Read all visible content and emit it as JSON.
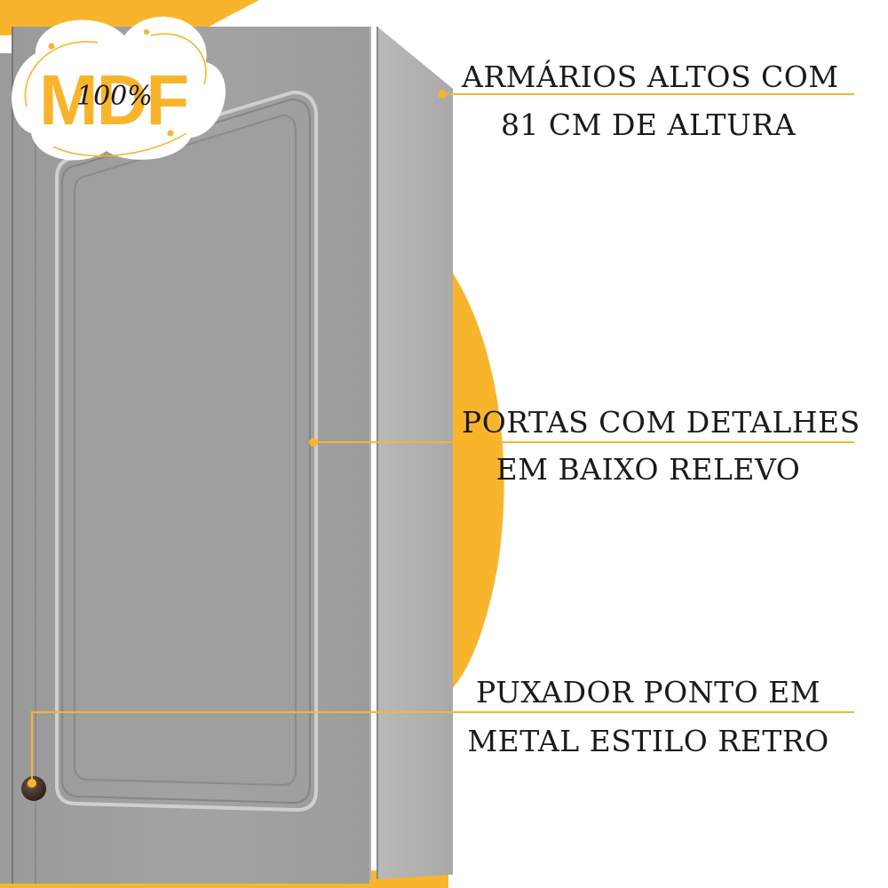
{
  "badge": {
    "brand": "MDF",
    "percent": "100%"
  },
  "callouts": [
    {
      "line1": "ARMÁRIOS ALTOS COM",
      "line2": "81 CM DE ALTURA"
    },
    {
      "line1": "PORTAS COM DETALHES",
      "line2": "EM BAIXO RELEVO"
    },
    {
      "line1": "PUXADOR PONTO EM",
      "line2": "METAL ESTILO RETRO"
    }
  ],
  "colors": {
    "accent": "#F8B52C",
    "cabinet": "#9E9E9E",
    "cabinet_side": "#B5B5B5",
    "text": "#1A1A1A",
    "knob": "#3B2A21"
  }
}
